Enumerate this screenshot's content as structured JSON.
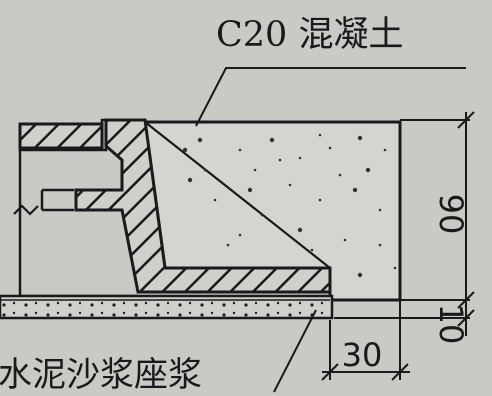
{
  "labels": {
    "concrete": "C20 混凝土",
    "mortar_bed": "水泥沙浆座浆"
  },
  "dimensions": {
    "height_main": "90",
    "height_base": "10",
    "width_toe": "30"
  },
  "colors": {
    "background": "#c9c9c6",
    "ink": "#1a1a1a",
    "concrete_fill": "#d4d4d1"
  }
}
